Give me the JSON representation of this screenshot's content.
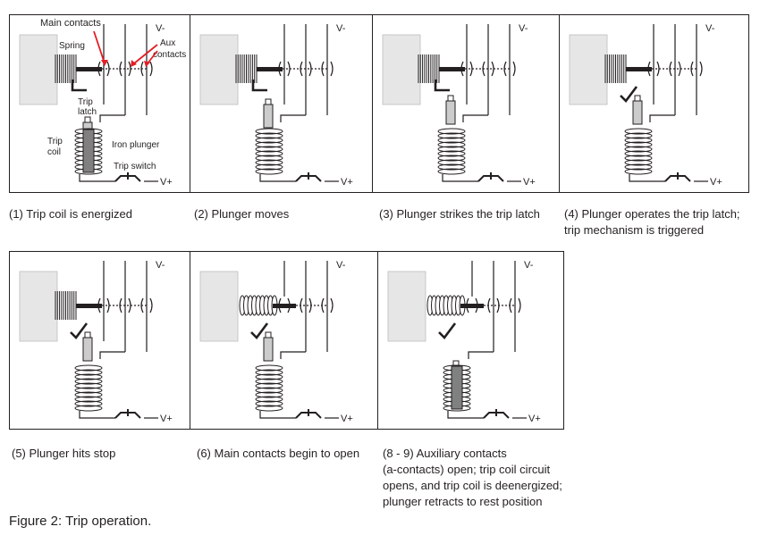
{
  "figure_caption": "Figure 2: Trip operation.",
  "labels": {
    "main_contacts": "Main contacts",
    "spring": "Spring",
    "aux_contacts_1": "Aux",
    "aux_contacts_2": "contacts",
    "trip_latch_1": "Trip",
    "trip_latch_2": "latch",
    "trip_coil_1": "Trip",
    "trip_coil_2": "coil",
    "iron_plunger": "Iron plunger",
    "trip_switch": "Trip switch",
    "v_minus": "V-",
    "v_plus": "V+"
  },
  "colors": {
    "line": "#231f20",
    "panel_fill": "#e6e6e6",
    "arrow": "#e31e24",
    "plunger": "#cccccc"
  },
  "panels": [
    {
      "id": "1",
      "caption": [
        "(1) Trip coil is energized"
      ],
      "annotated": true,
      "plunger": "rest",
      "latch": "hooked",
      "spring": "compressed",
      "contacts": "closed",
      "coil_highlight": true
    },
    {
      "id": "2",
      "caption": [
        "(2) Plunger moves"
      ],
      "annotated": false,
      "plunger": "moving",
      "latch": "hooked",
      "spring": "compressed",
      "contacts": "closed",
      "coil_highlight": false
    },
    {
      "id": "3",
      "caption": [
        "(3) Plunger strikes the trip latch"
      ],
      "annotated": false,
      "plunger": "strike",
      "latch": "hooked",
      "spring": "compressed",
      "contacts": "closed",
      "coil_highlight": false
    },
    {
      "id": "4",
      "caption": [
        "(4) Plunger operates the trip latch;",
        "trip mechanism is triggered"
      ],
      "annotated": false,
      "plunger": "strike",
      "latch": "tilted",
      "spring": "compressed",
      "contacts": "closed",
      "coil_highlight": false
    },
    {
      "id": "5",
      "caption": [
        "(5) Plunger hits stop"
      ],
      "annotated": false,
      "plunger": "strike",
      "latch": "tilted",
      "spring": "compressed",
      "contacts": "closed",
      "coil_highlight": false
    },
    {
      "id": "6",
      "caption": [
        "(6) Main contacts begin to open"
      ],
      "annotated": false,
      "plunger": "strike",
      "latch": "tilted",
      "spring": "extended",
      "contacts": "opening",
      "coil_highlight": false
    },
    {
      "id": "7",
      "caption": [
        "(8 - 9) Auxiliary contacts",
        "(a-contacts) open; trip coil circuit",
        "opens, and trip coil is deenergized;",
        "plunger retracts to rest position"
      ],
      "annotated": false,
      "plunger": "retracted",
      "latch": "tilted",
      "spring": "extended",
      "contacts": "open",
      "coil_highlight": true
    }
  ]
}
